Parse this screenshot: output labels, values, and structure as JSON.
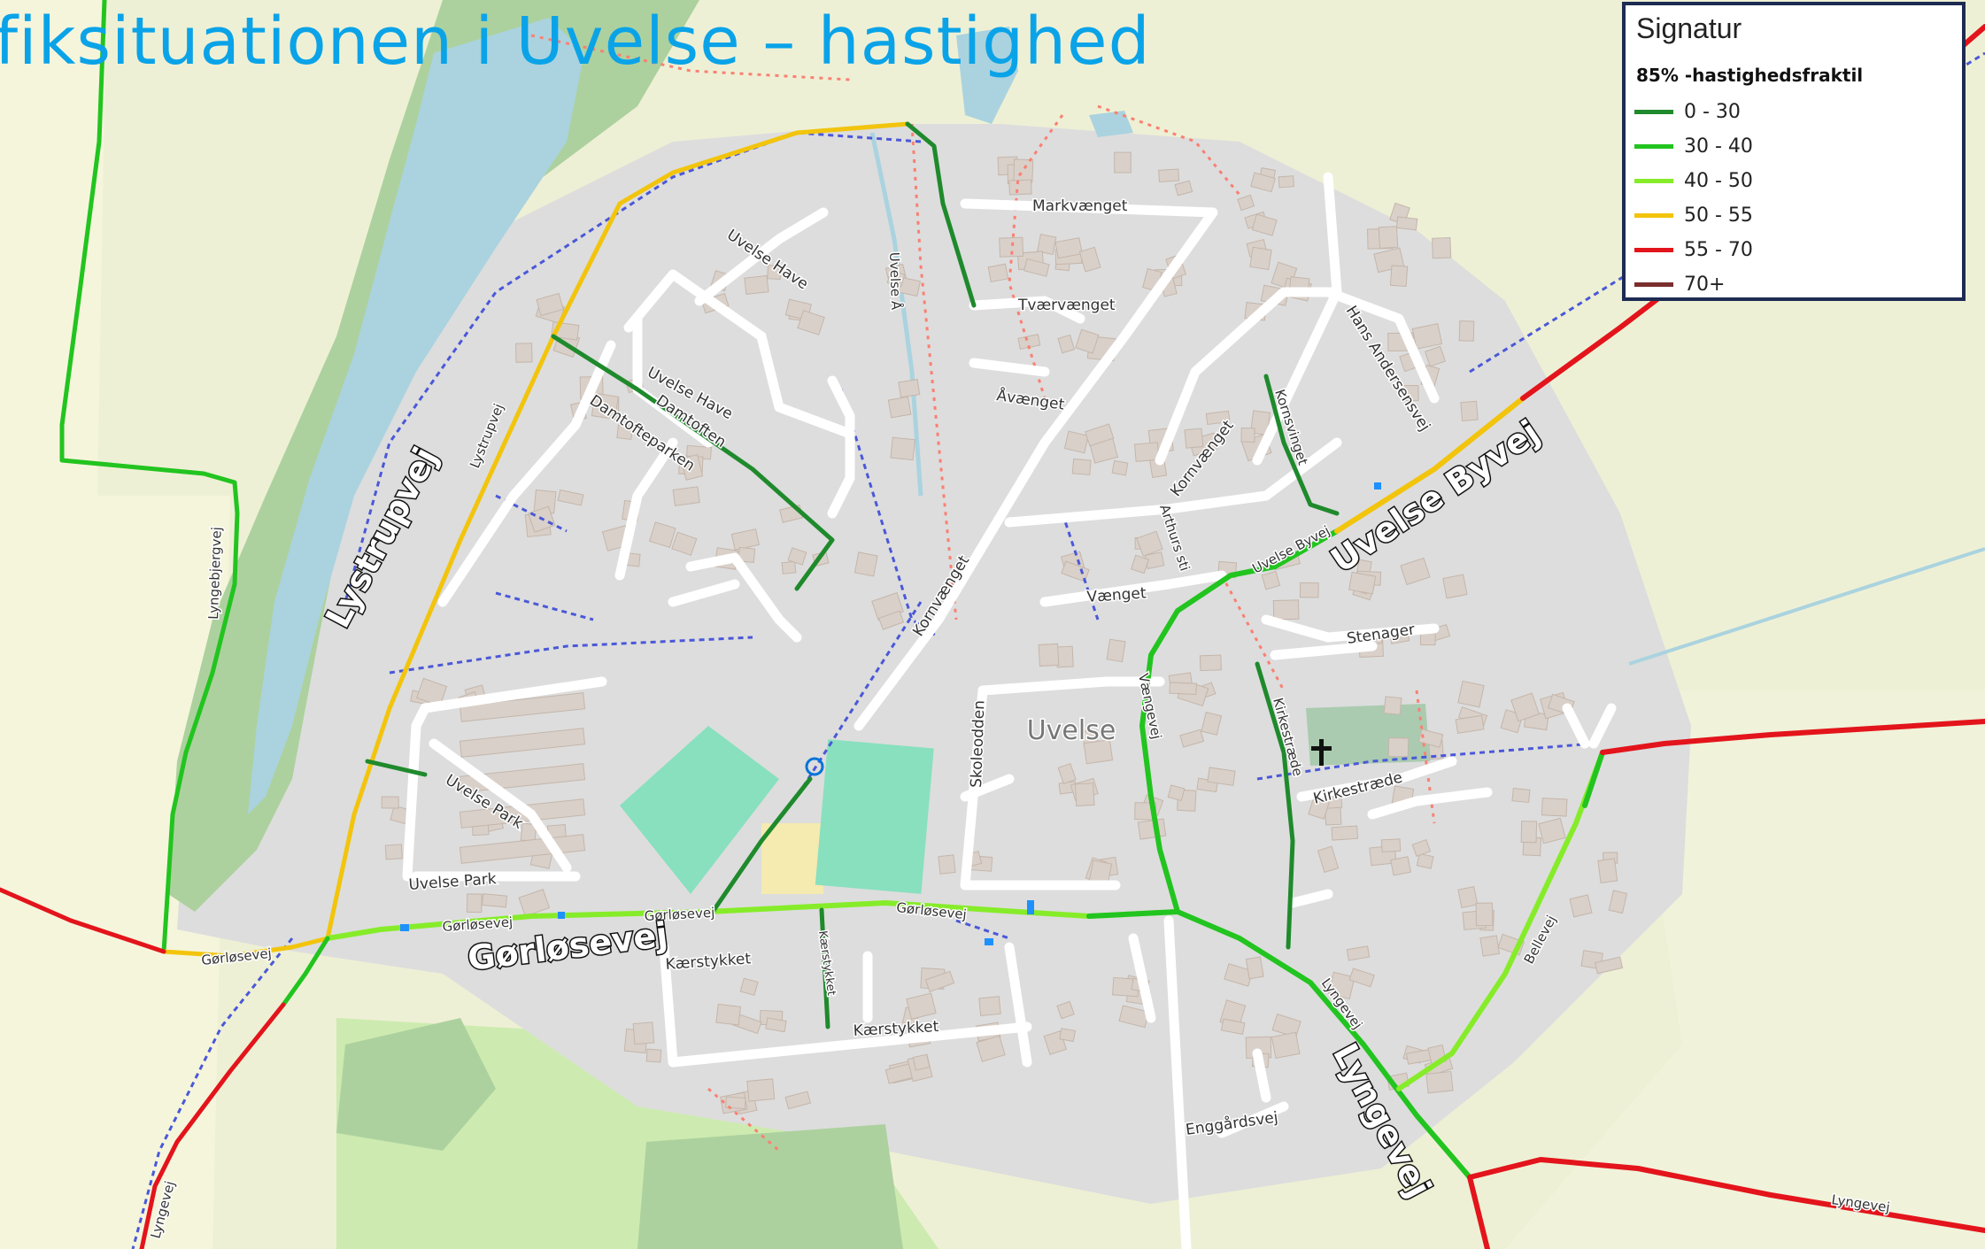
{
  "title": "fiksituationen i Uvelse – hastighed",
  "legend": {
    "title": "Signatur",
    "subtitle": "85% -hastighedsfraktil",
    "items": [
      {
        "label": "0 - 30",
        "color": "#1f8a2c"
      },
      {
        "label": "30 - 40",
        "color": "#22c41f"
      },
      {
        "label": "40 - 50",
        "color": "#86ec2a"
      },
      {
        "label": "50 - 55",
        "color": "#f2c40c"
      },
      {
        "label": "55 - 70",
        "color": "#e3141b"
      },
      {
        "label": "70+",
        "color": "#7b2e2e"
      }
    ]
  },
  "road_labels": {
    "lystrupvej": "Lystrupvej",
    "uvelse_byvej": "Uvelse Byvej",
    "gorlosevej": "Gørløsevej",
    "lyngevej": "Lyngevej"
  },
  "place_label": "Uvelse",
  "street_labels": {
    "uvelse_have_1": "Uvelse Have",
    "uvelse_have_2": "Uvelse Have",
    "damtoften": "Damtoften",
    "damtoftparken": "Damtofteparken",
    "markvaenget": "Markvænget",
    "tvaervaenget": "Tværvænget",
    "aavaenget": "Åvænget",
    "uvelse_aa": "Uvelse Å",
    "kornvaenget_1": "Kornvænget",
    "kornvaenget_2": "Kornvænget",
    "hans_andersensvej": "Hans Andersensvej",
    "arthurs_sti": "Arthurs sti",
    "vaenget": "Vænget",
    "stenager": "Stenager",
    "skoleodden": "Skoleodden",
    "kirkestraede_1": "Kirkestræde",
    "kirkestraede_2": "Kirkestræde",
    "uvelse_park_1": "Uvelse Park",
    "uvelse_park_2": "Uvelse Park",
    "gorlosevej_small_1": "Gørløsevej",
    "gorlosevej_small_2": "Gørløsevej",
    "gorlosevej_small_3": "Gørløsevej",
    "gorlosevej_small_4": "Gørløsevej",
    "kaerstykket_1": "Kærstykket",
    "kaerstykket_2": "Kærstykket",
    "kaerstykket_3": "Kærstykket",
    "enggaardsvej": "Enggårdsvej",
    "lyngevej_small_1": "Lyngevej",
    "lyngevej_small_2": "Lyngevej",
    "lyngevej_small_3": "Lyngevej",
    "lystrupvej_small": "Lystrupvej",
    "lyngebjergvej": "Lyngebjergvej",
    "bellevej": "Bellevej",
    "uvelse_byvej_small": "Uvelse Byvej",
    "kornsvinget": "Kornsvinget",
    "vaengevej": "Vængevej"
  },
  "colors": {
    "background": "#f2efe9",
    "village": "#dcdcdc",
    "farmland": "#eef0d5",
    "forest": "#add19e",
    "water": "#aad3df",
    "sports": "#88e0be",
    "building": "#d9d0c9",
    "building_outline": "#c4b6ab",
    "footpath": "#fa8072",
    "path_blue": "#4a58d8",
    "title": "#0aa3e8",
    "legend_border": "#1d2b53"
  }
}
